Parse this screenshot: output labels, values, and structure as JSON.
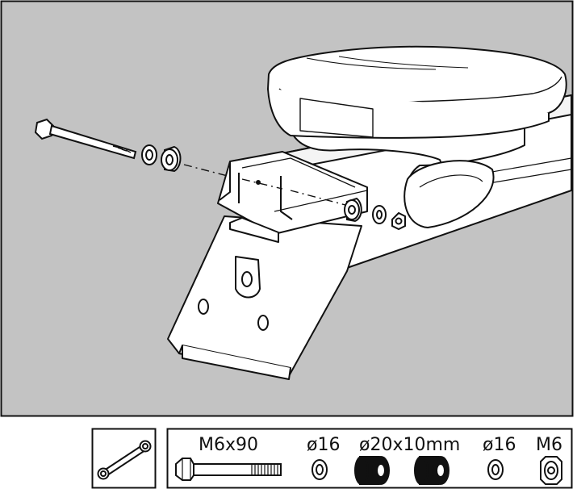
{
  "illustration": {
    "background": "#c3c3c3",
    "outline": "#111111",
    "fill": "#ffffff"
  },
  "tools": {
    "icon": "double-ended-wrench-icon"
  },
  "parts": [
    {
      "id": "bolt",
      "label": "M6x90",
      "icon": "bolt-icon"
    },
    {
      "id": "washer-1",
      "label": "ø16",
      "icon": "washer-icon"
    },
    {
      "id": "spacer",
      "label": "ø20x10mm",
      "icon": "spacer-icon",
      "quantity_shown": 2
    },
    {
      "id": "washer-2",
      "label": "ø16",
      "icon": "washer-icon"
    },
    {
      "id": "nut",
      "label": "M6",
      "icon": "nut-icon"
    }
  ]
}
